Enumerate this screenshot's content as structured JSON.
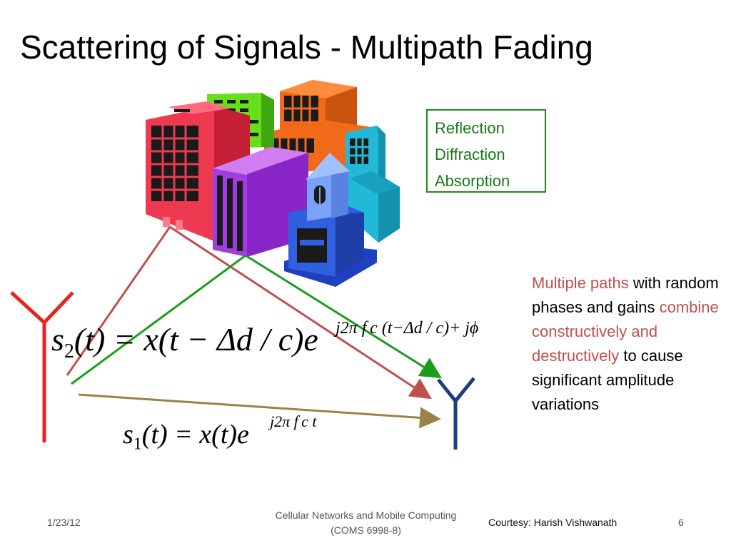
{
  "slide": {
    "title": "Scattering of Signals - Multipath Fading",
    "mechanisms": [
      "Reflection",
      "Diffraction",
      "Absorption"
    ],
    "description": {
      "part1_highlight": "Multiple paths",
      "part2": " with random phases and gains ",
      "part3_highlight": "combine constructively and destructively",
      "part4": " to cause significant amplitude variations"
    },
    "equation_s2": {
      "lhs": "s",
      "lhs_sub": "2",
      "body": "(t) = x(t − Δd / c)e",
      "exponent": "j2π f c (t−Δd / c)+ jϕ"
    },
    "equation_s1": {
      "lhs": "s",
      "lhs_sub": "1",
      "body": "(t) = x(t)e",
      "exponent": "j2π f c t"
    }
  },
  "footer": {
    "date": "1/23/12",
    "course_line1": "Cellular Networks and Mobile Computing",
    "course_line2": "(COMS 6998-8)",
    "courtesy": "Courtesy: Harish Vishwanath",
    "page_number": "6"
  },
  "colors": {
    "transmitter_antenna": "#e8231f",
    "receiver_antenna": "#1f3d7a",
    "path_reflected_red": "#c0504d",
    "path_green": "#1a9e1a",
    "path_direct": "#9b8248",
    "highlight_text": "#c0504d",
    "mechanism_text": "#177a17"
  },
  "icons": [
    "city-buildings-icon",
    "transmitter-antenna-icon",
    "receiver-antenna-icon"
  ]
}
